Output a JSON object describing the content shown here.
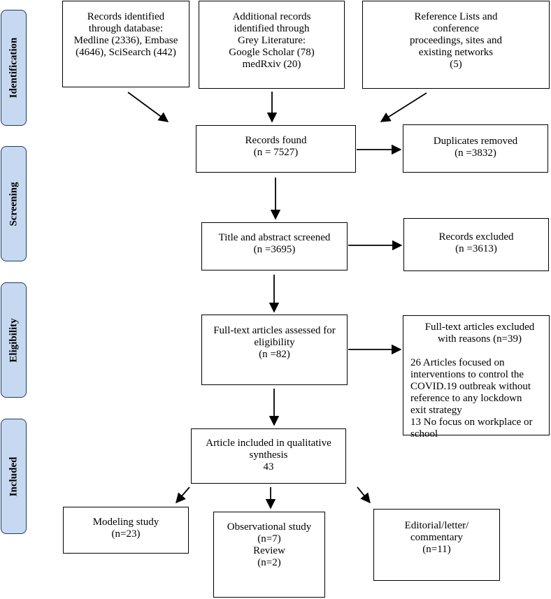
{
  "stages": {
    "identification": "Identification",
    "screening": "Screening",
    "eligibility": "Eligibility",
    "included": "Included"
  },
  "boxes": {
    "databases": [
      "Records identified",
      "through database:",
      "Medline (2336), Embase",
      "(4646), SciSearch (442)"
    ],
    "grey_literature": [
      "Additional records",
      "identified through",
      "Grey Literature:",
      "Google Scholar (78)",
      "medRxiv (20)"
    ],
    "reference_lists": [
      "Reference Lists and",
      "conference",
      "proceedings, sites and",
      "existing networks",
      "(5)"
    ],
    "records_found": [
      "Records found",
      "(n = 7527)"
    ],
    "duplicates_removed": [
      "Duplicates removed",
      "(n =3832)"
    ],
    "title_abstract": [
      "Title and abstract screened",
      "(n =3695)"
    ],
    "records_excluded": [
      "Records excluded",
      "(n =3613)"
    ],
    "fulltext_assessed": [
      "Full-text articles assessed for",
      "eligibility",
      "(n =82)"
    ],
    "fulltext_excluded": [
      "Full-text articles excluded",
      "with reasons (n=39)",
      "",
      "26 Articles focused on",
      "interventions to control the",
      "COVID.19 outbreak without",
      "reference to any lockdown",
      "exit strategy",
      "13 No focus on workplace or",
      "school"
    ],
    "included": [
      "Article included in qualitative",
      "synthesis",
      "43"
    ],
    "modeling": [
      "Modeling study",
      "(n=23)"
    ],
    "observational": [
      "Observational study",
      "(n=7)",
      "Review",
      "(n=2)"
    ],
    "editorial": [
      "Editorial/letter/",
      "commentary",
      "(n=11)"
    ]
  }
}
